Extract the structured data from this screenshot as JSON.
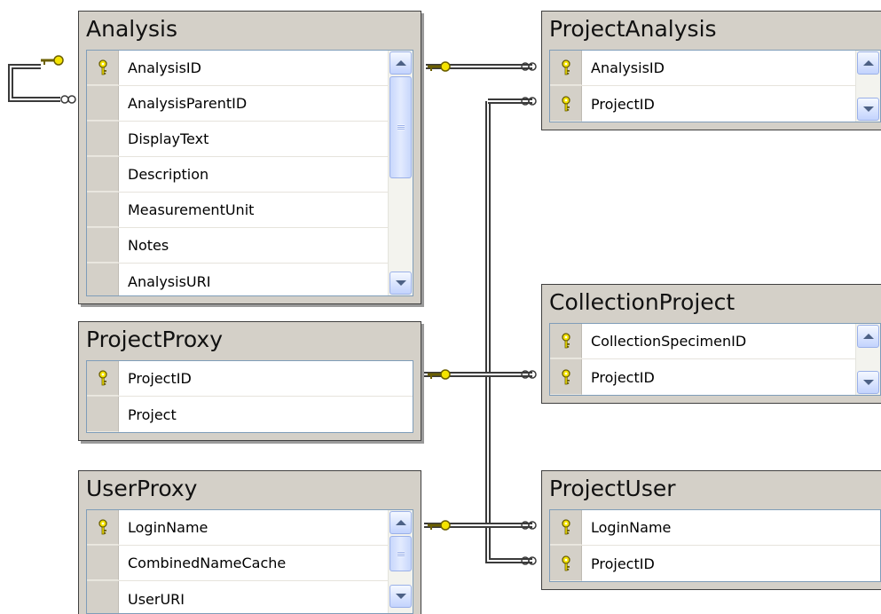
{
  "tables": {
    "analysis": {
      "title": "Analysis",
      "columns": [
        {
          "name": "AnalysisID",
          "pk": true
        },
        {
          "name": "AnalysisParentID",
          "pk": false
        },
        {
          "name": "DisplayText",
          "pk": false
        },
        {
          "name": "Description",
          "pk": false
        },
        {
          "name": "MeasurementUnit",
          "pk": false
        },
        {
          "name": "Notes",
          "pk": false
        },
        {
          "name": "AnalysisURI",
          "pk": false
        }
      ]
    },
    "project_proxy": {
      "title": "ProjectProxy",
      "columns": [
        {
          "name": "ProjectID",
          "pk": true
        },
        {
          "name": "Project",
          "pk": false
        }
      ]
    },
    "user_proxy": {
      "title": "UserProxy",
      "columns": [
        {
          "name": "LoginName",
          "pk": true
        },
        {
          "name": "CombinedNameCache",
          "pk": false
        },
        {
          "name": "UserURI",
          "pk": false
        }
      ]
    },
    "project_analysis": {
      "title": "ProjectAnalysis",
      "columns": [
        {
          "name": "AnalysisID",
          "pk": true
        },
        {
          "name": "ProjectID",
          "pk": true
        }
      ]
    },
    "collection_project": {
      "title": "CollectionProject",
      "columns": [
        {
          "name": "CollectionSpecimenID",
          "pk": true
        },
        {
          "name": "ProjectID",
          "pk": true
        }
      ]
    },
    "project_user": {
      "title": "ProjectUser",
      "columns": [
        {
          "name": "LoginName",
          "pk": true
        },
        {
          "name": "ProjectID",
          "pk": true
        }
      ]
    }
  },
  "colors": {
    "key_fill": "#f5e400",
    "key_stroke": "#6b5f00",
    "connector": "#3a3a3a",
    "table_face": "#d4d0c8"
  }
}
